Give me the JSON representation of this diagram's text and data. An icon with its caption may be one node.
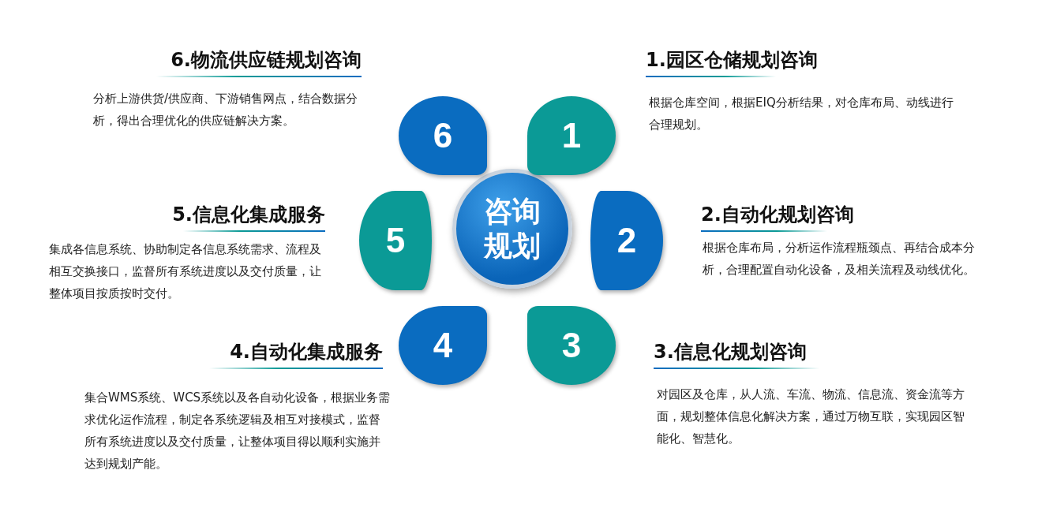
{
  "diagram": {
    "nodes": [
      {
        "text": [
          "咨询规划"
        ]
      },
      {
        "text": [
          "1"
        ],
        "beside": [
          "1.园区仓储规划咨询",
          "根据仓库空间，根据EIQ分析结果，对仓库布局、动线进行合理规划。"
        ]
      },
      {
        "text": [
          "2"
        ],
        "beside": [
          "2.自动化规划咨询",
          "根据仓库布局，分析运作流程瓶颈点、再结合成本分析，合理配置自动化设备，及相关流程及动线优化。"
        ]
      },
      {
        "text": [
          "3"
        ],
        "beside": [
          "3.信息化规划咨询",
          "对园区及仓库，从人流、车流、物流、信息流、资金流等方面，规划整体信息化解决方案，通过万物互联，实现园区智能化、智慧化。"
        ]
      },
      {
        "text": [
          "4"
        ],
        "beside": [
          "4.自动化集成服务",
          "集合WMS系统、WCS系统以及各自动化设备，根据业务需求优化运作流程，制定各系统逻辑及相互对接模式，监督所有系统进度以及交付质量，让整体项目得以顺利实施并达到规划产能。"
        ]
      },
      {
        "text": [
          "5"
        ],
        "beside": [
          "5.信息化集成服务",
          "集成各信息系统、协助制定各信息系统需求、流程及相互交换接口，监督所有系统进度以及交付质量，让整体项目按质按时交付。"
        ]
      },
      {
        "text": [
          "6"
        ],
        "beside": [
          "6.物流供应链规划咨询",
          "分析上游供货/供应商、下游销售网点，结合数据分析，得出合理优化的供应链解决方案。"
        ]
      }
    ],
    "edges": []
  }
}
